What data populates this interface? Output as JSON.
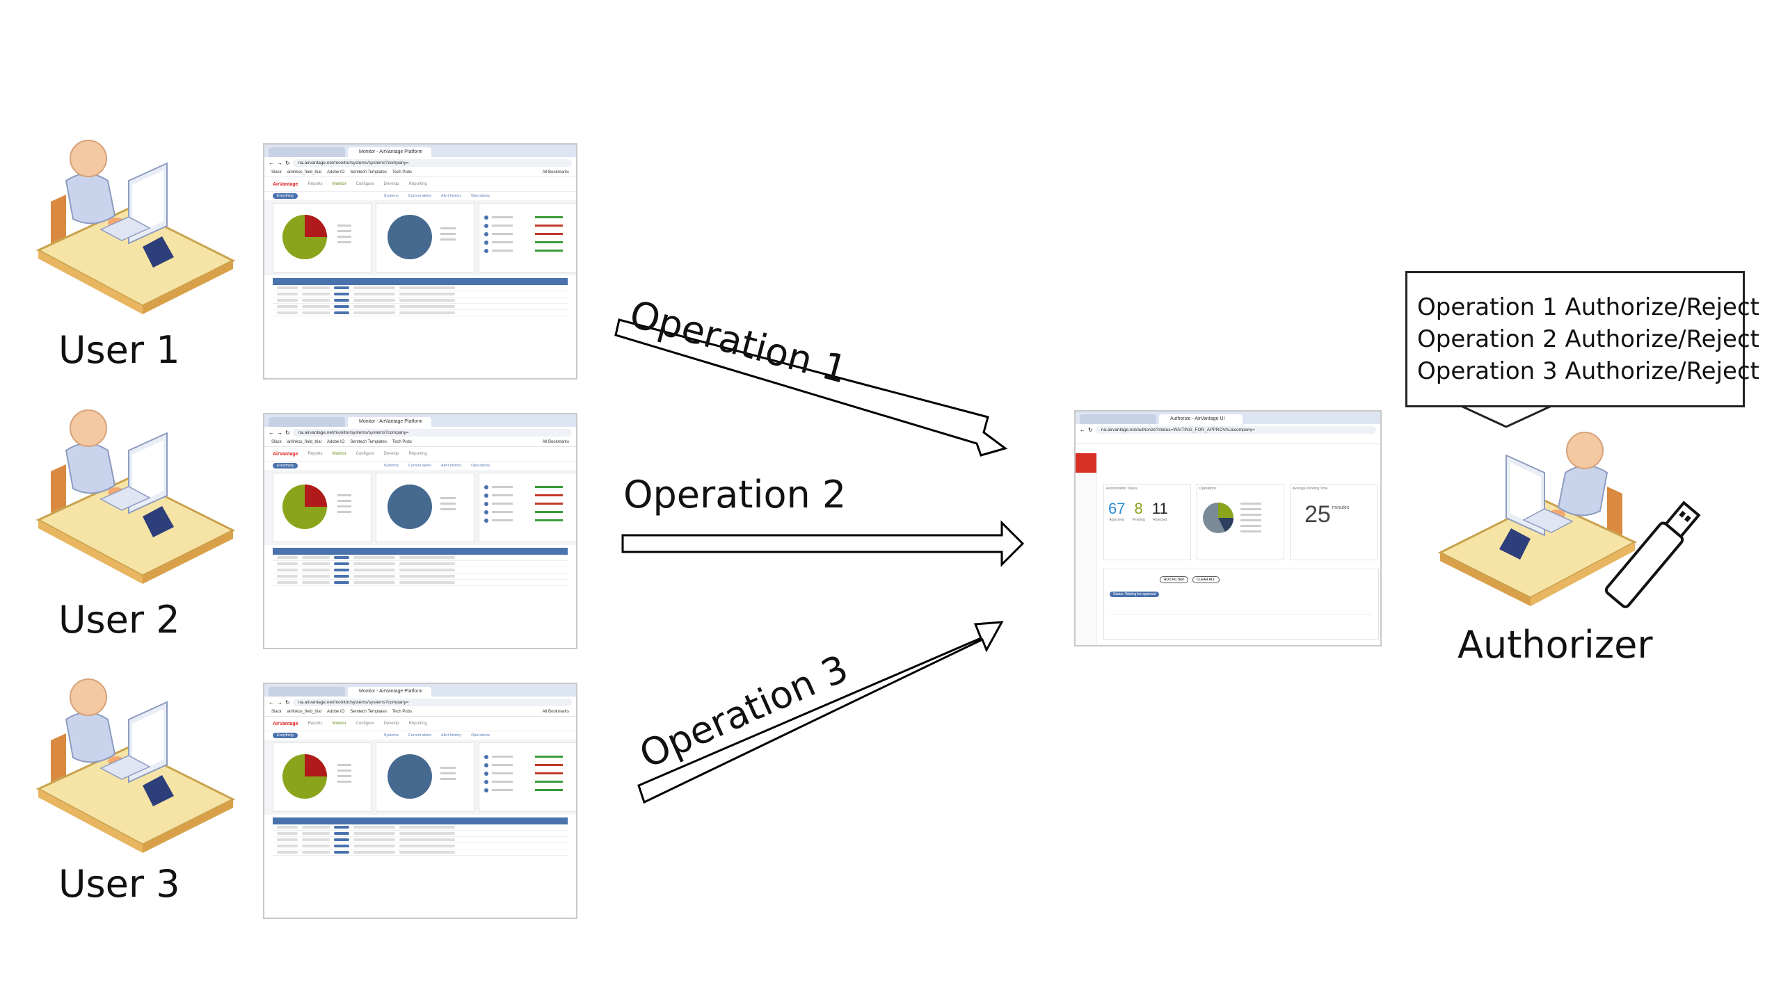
{
  "users": [
    {
      "label": "User 1"
    },
    {
      "label": "User 2"
    },
    {
      "label": "User 3"
    }
  ],
  "operations": [
    {
      "label": "Operation 1"
    },
    {
      "label": "Operation 2"
    },
    {
      "label": "Operation 3"
    }
  ],
  "authorizer": {
    "label": "Authorizer",
    "bubble_lines": [
      "Operation 1 Authorize/Reject",
      "Operation 2 Authorize/Reject",
      "Operation 3 Authorize/Reject"
    ]
  },
  "user_screen": {
    "tab_title": "Monitor - AirVantage Platform",
    "url": "na.airvantage.net/monitor/systems/systems?company=",
    "bookmarks": [
      "Slack",
      "airlinkos_field_trial",
      "Adobe IO",
      "Semtech Templates",
      "Tech Pubs",
      "All Bookmarks"
    ],
    "brand": "AirVantage",
    "nav": [
      "Reports",
      "Monitor",
      "Configure",
      "Develop",
      "Reporting"
    ],
    "subnav": [
      "Systems",
      "Current alerts",
      "Alert history",
      "Operations"
    ],
    "company_pill": "Everything"
  },
  "auth_screen": {
    "tab_title": "Authorize - AirVantage UI",
    "url": "na.airvantage.net/authorize?status=WAITING_FOR_APPROVAL&company=",
    "card_titles": [
      "Authorization Status",
      "Operations",
      "Average Pending Time"
    ],
    "approved": "67",
    "approved_label": "Approved",
    "pending": "8",
    "pending_label": "Pending",
    "rejected": "11",
    "rejected_label": "Rejected",
    "avg_time": "25",
    "avg_unit": "minutes",
    "filter_chip": "Status: Waiting for approval",
    "buttons": [
      "ADD FILTER",
      "CLEAR ALL"
    ]
  },
  "colors": {
    "arrow": "#000000",
    "pie_red": "#b01a1a",
    "pie_green": "#8aa51c",
    "pie_blue": "#46698f",
    "brand_red": "#d93025",
    "desk": "#f5e0a0",
    "skin": "#f7c8a0"
  }
}
